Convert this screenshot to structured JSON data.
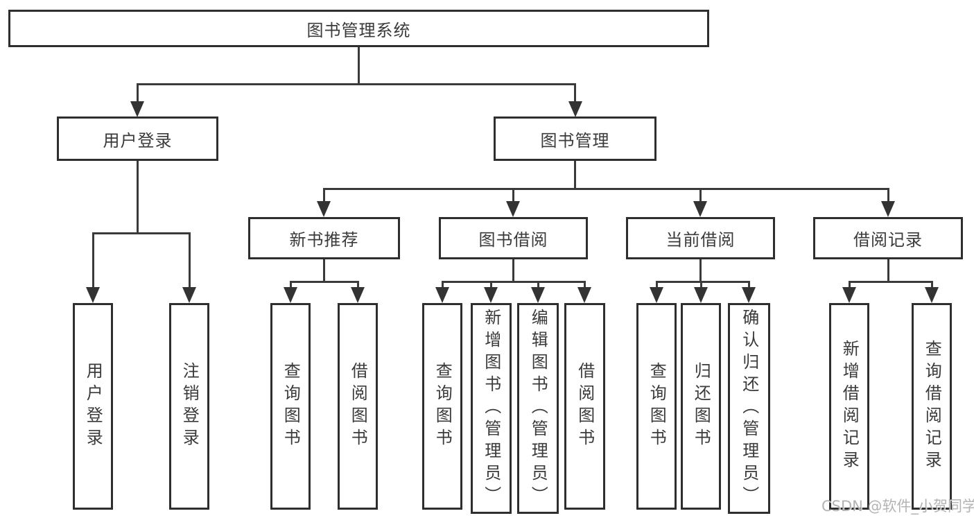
{
  "diagram": {
    "type": "hierarchy-tree",
    "tree": {
      "label": "图书管理系统",
      "children": [
        {
          "label": "用户登录",
          "children": [
            {
              "label": "用户登录"
            },
            {
              "label": "注销登录"
            }
          ]
        },
        {
          "label": "图书管理",
          "children": [
            {
              "label": "新书推荐",
              "children": [
                {
                  "label": "查询图书"
                },
                {
                  "label": "借阅图书"
                }
              ]
            },
            {
              "label": "图书借阅",
              "children": [
                {
                  "label": "查询图书"
                },
                {
                  "label": "新增图书（管理员）"
                },
                {
                  "label": "编辑图书（管理员）"
                },
                {
                  "label": "借阅图书"
                }
              ]
            },
            {
              "label": "当前借阅",
              "children": [
                {
                  "label": "查询图书"
                },
                {
                  "label": "归还图书"
                },
                {
                  "label": "确认归还（管理员）"
                }
              ]
            },
            {
              "label": "借阅记录",
              "children": [
                {
                  "label": "新增借阅记录"
                },
                {
                  "label": "查询借阅记录"
                }
              ]
            }
          ]
        }
      ]
    }
  },
  "watermark": "CSDN @软件_小贺同学",
  "colors": {
    "background": "#ffffff",
    "box_border": "#2e2e2e",
    "line": "#3a3a3a",
    "text": "#3a3a3a",
    "watermark": "#9e9e9e"
  }
}
